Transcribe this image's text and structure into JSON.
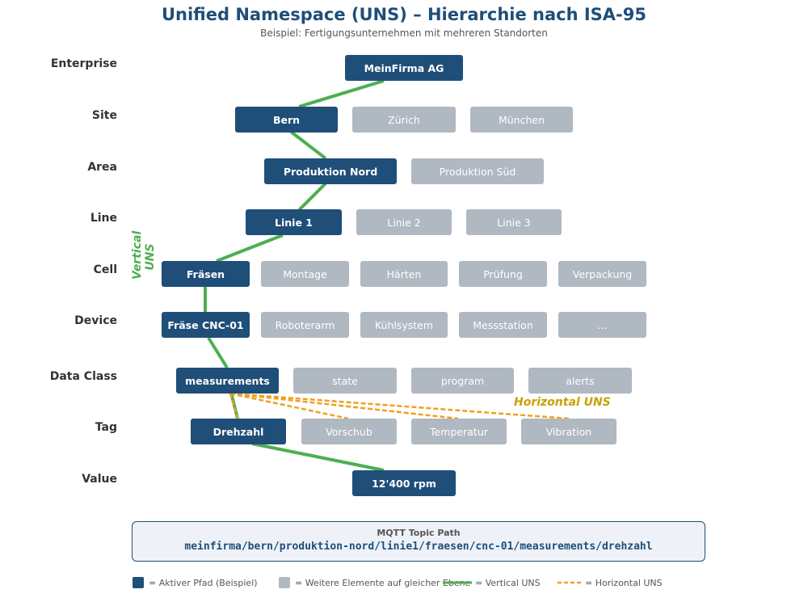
{
  "title": "Unified Namespace (UNS) – Hierarchie nach ISA-95",
  "subtitle": "Beispiel: Fertigungsunternehmen mit mehreren Standorten",
  "levels": [
    "Enterprise",
    "Site",
    "Area",
    "Line",
    "Cell",
    "Device",
    "Data Class",
    "Tag",
    "Value"
  ],
  "nodes": {
    "enterprise": [
      "MeinFirma AG"
    ],
    "site": [
      "Bern",
      "Zürich",
      "München"
    ],
    "area": [
      "Produktion Nord",
      "Produktion Süd"
    ],
    "line": [
      "Linie 1",
      "Linie 2",
      "Linie 3"
    ],
    "cell": [
      "Fräsen",
      "Montage",
      "Härten",
      "Prüfung",
      "Verpackung"
    ],
    "device": [
      "Fräse CNC-01",
      "Roboterarm",
      "Kühlsystem",
      "Messstation",
      "..."
    ],
    "data_class": [
      "measurements",
      "state",
      "program",
      "alerts"
    ],
    "tag": [
      "Drehzahl",
      "Vorschub",
      "Temperatur",
      "Vibration"
    ],
    "value": [
      "12'400 rpm"
    ]
  },
  "vertical_label": "Vertical UNS",
  "horizontal_label": "Horizontal UNS",
  "mqtt": {
    "label": "MQTT Topic Path",
    "path": "meinfirma/bern/produktion-nord/linie1/fraesen/cnc-01/measurements/drehzahl"
  },
  "legend": {
    "active": "= Aktiver Pfad (Beispiel)",
    "other": "= Weitere Elemente auf gleicher Ebene",
    "vertical": "= Vertical UNS",
    "horizontal": "= Horizontal UNS"
  },
  "colors": {
    "active": "#1f4e79",
    "other": "#b0b8c2",
    "vertical": "#4caf50",
    "horizontal": "#f0a020"
  }
}
